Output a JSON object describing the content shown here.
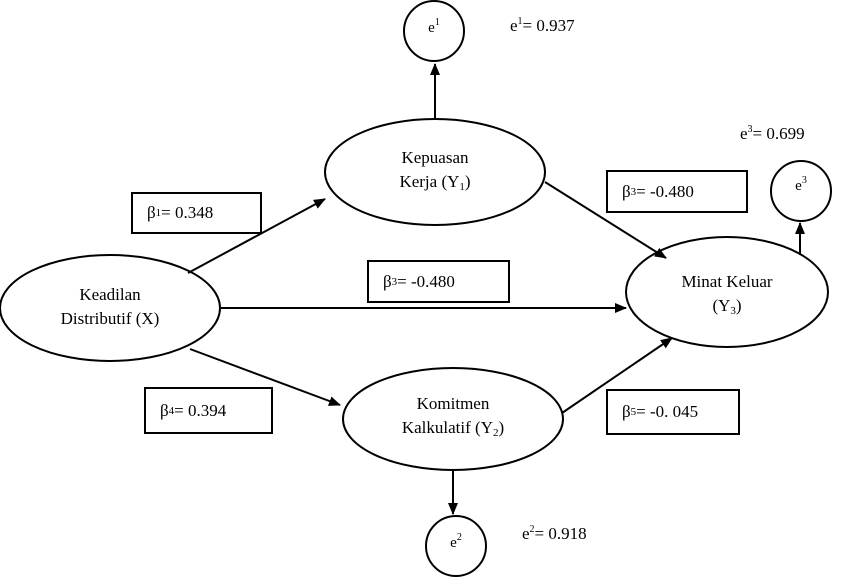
{
  "nodes": {
    "x": {
      "line1": "Keadilan",
      "line2": "Distributif  (X)"
    },
    "y1": {
      "line1": "Kepuasan",
      "line2_pre": "Kerja (Y",
      "line2_sub": "1",
      "line2_post": ")"
    },
    "y2": {
      "line1": "Komitmen",
      "line2_pre": "Kalkulatif (Y",
      "line2_sub": "2",
      "line2_post": ")"
    },
    "y3": {
      "line1": "Minat Keluar",
      "line2_pre": "(Y",
      "line2_sub": "3",
      "line2_post": ")"
    }
  },
  "errors": {
    "e1": {
      "base": "e",
      "sup": "1",
      "value": "= 0.937"
    },
    "e2": {
      "base": "e",
      "sup": "2",
      "value": "= 0.918"
    },
    "e3": {
      "base": "e",
      "sup": "3",
      "value": "= 0.699"
    }
  },
  "coefficients": {
    "b1": {
      "symbol": "β",
      "sub": "1",
      "rest": " = 0.348"
    },
    "b3_top": {
      "symbol": "β",
      "sub": "3",
      "rest": " = -0.480"
    },
    "b3_mid": {
      "symbol": "β",
      "sub": "3",
      "rest": " = -0.480"
    },
    "b4": {
      "symbol": "β",
      "sub": "4",
      "rest": "= 0.394"
    },
    "b5": {
      "symbol": "β",
      "sub": "5",
      "rest": " = -0. 045"
    }
  }
}
